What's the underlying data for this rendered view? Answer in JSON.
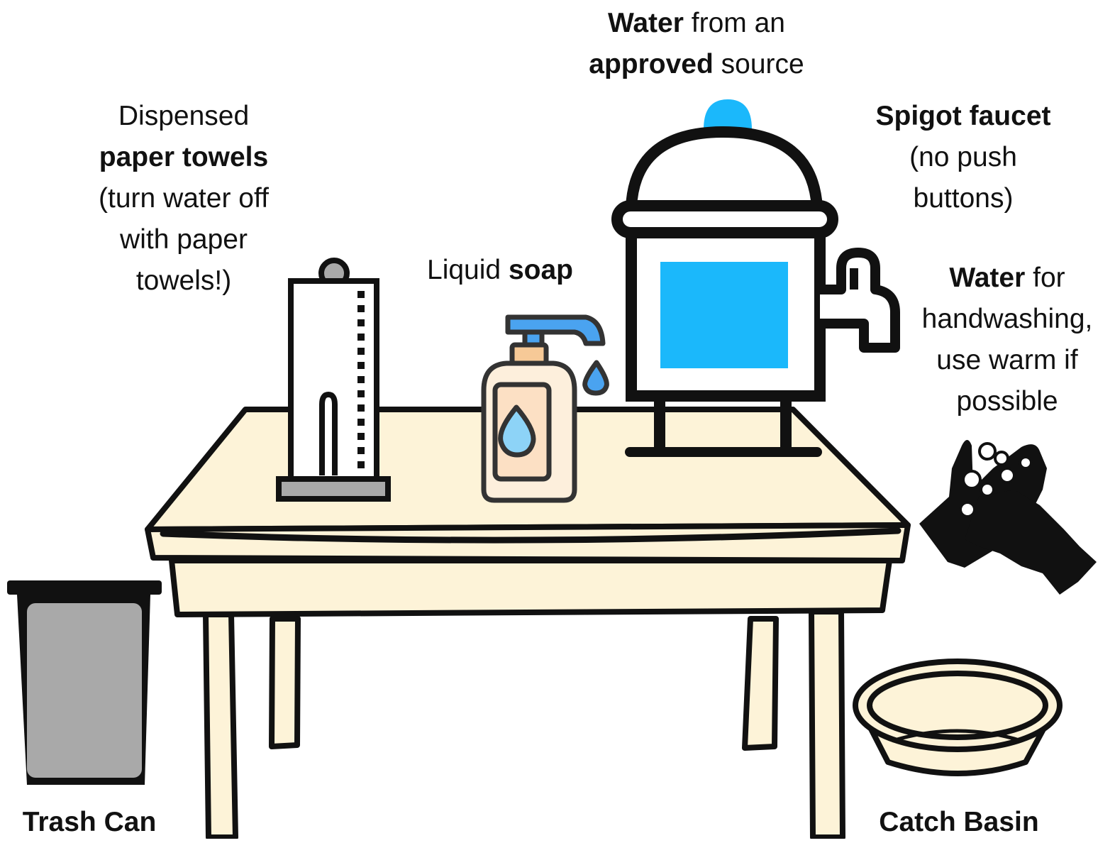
{
  "labels": {
    "water_source": {
      "line1_bold": "Water",
      "line1_rest": " from an",
      "line2_bold": "approved",
      "line2_rest": " source"
    },
    "spigot": {
      "line1_bold": "Spigot faucet",
      "line2": "(no push",
      "line3": "buttons)"
    },
    "paper_towels": {
      "line1": "Dispensed",
      "line2_bold": "paper towels",
      "line3": "(turn water off",
      "line4": "with paper",
      "line5": "towels!)"
    },
    "soap": {
      "prefix": "Liquid ",
      "bold": "soap"
    },
    "handwashing": {
      "line1_bold": "Water",
      "line1_rest": " for",
      "line2": "handwashing,",
      "line3": "use warm if",
      "line4": "possible"
    },
    "trash_can": "Trash Can",
    "catch_basin": "Catch Basin"
  },
  "colors": {
    "outline": "#111111",
    "table_fill": "#fdf3d8",
    "water_blue": "#1bb8fb",
    "gray": "#a9a9a9",
    "soap_fill": "#fdefdc",
    "soap_label": "#fce0c4",
    "drop_blue": "#8dd3f7"
  },
  "icons": [
    "paper-towel-holder-icon",
    "soap-dispenser-icon",
    "water-cooler-icon",
    "handwashing-icon",
    "trash-can-icon",
    "catch-basin-icon"
  ]
}
